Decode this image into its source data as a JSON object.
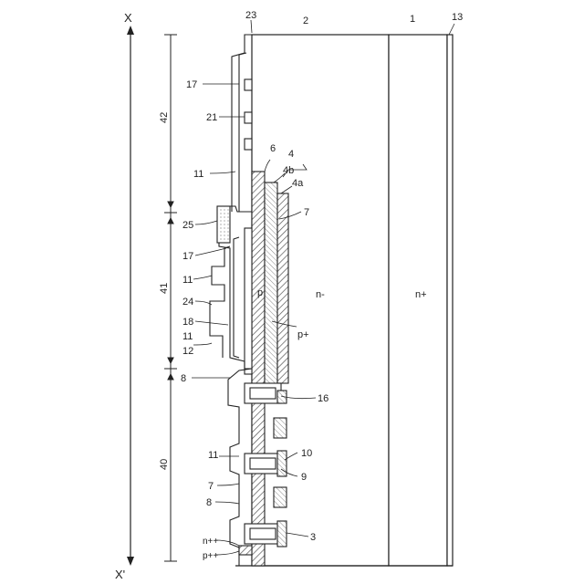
{
  "axis": {
    "top": "X",
    "bottom": "X'"
  },
  "regions": {
    "r42": "42",
    "r41": "41",
    "r40": "40"
  },
  "labels": {
    "l23": "23",
    "l2": "2",
    "l1": "1",
    "l13": "13",
    "l17a": "17",
    "l21": "21",
    "l11a": "11",
    "l6": "6",
    "l4": "4",
    "l4b": "4b",
    "l4a": "4a",
    "l7a": "7",
    "l25": "25",
    "l17b": "17",
    "l11b": "11",
    "l24": "24",
    "lp": "p",
    "lnminus": "n-",
    "lnplus": "n+",
    "l18": "18",
    "l11c": "11",
    "l12": "12",
    "lpplus": "p+",
    "l8a": "8",
    "l16": "16",
    "l11d": "11",
    "l10": "10",
    "l9": "9",
    "l7b": "7",
    "l8b": "8",
    "lnpp": "n++",
    "lppp": "p++",
    "l3": "3"
  },
  "colors": {
    "line": "#222222",
    "hatch_dark": "#555555",
    "hatch_light": "#9a9a9a",
    "dot": "#bdbdbd"
  }
}
